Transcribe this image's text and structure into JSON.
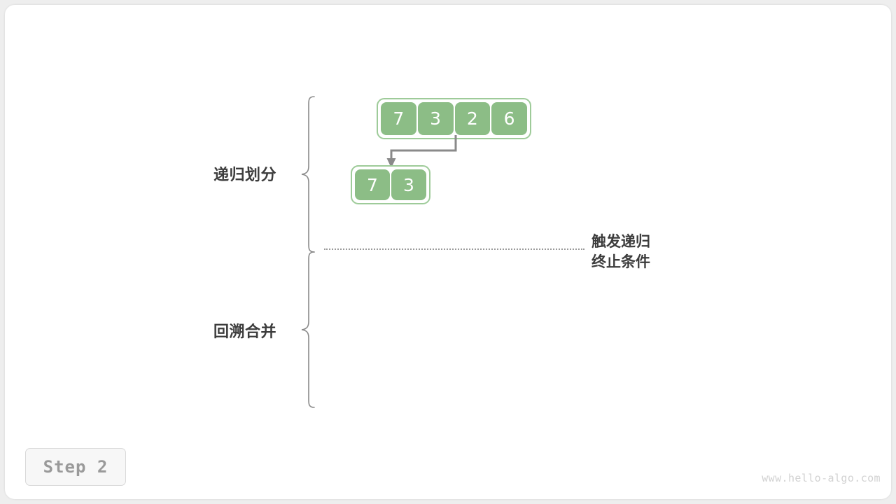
{
  "canvas": {
    "background": "#eeeeee",
    "card_background": "#ffffff"
  },
  "colors": {
    "cell_fill": "#8cbd86",
    "array_border": "#9ecb99",
    "cell_text": "#ffffff",
    "label_text": "#3c3c3c",
    "brace_stroke": "#8a8a8a",
    "arrow_stroke": "#8a8a8a",
    "divider": "#9b9b9b",
    "badge_text": "#9a9a9a",
    "watermark_text": "#d2d2d2"
  },
  "arrays": {
    "top": {
      "name": "original-array",
      "values": [
        "7",
        "3",
        "2",
        "6"
      ]
    },
    "sub": {
      "name": "left-subarray",
      "values": [
        "7",
        "3"
      ]
    }
  },
  "labels": {
    "divide": "递归划分",
    "merge": "回溯合并"
  },
  "annotation": {
    "line1": "触发递归",
    "line2": "终止条件"
  },
  "badge": {
    "label": "Step 2"
  },
  "watermark": {
    "text": "www.hello-algo.com"
  }
}
